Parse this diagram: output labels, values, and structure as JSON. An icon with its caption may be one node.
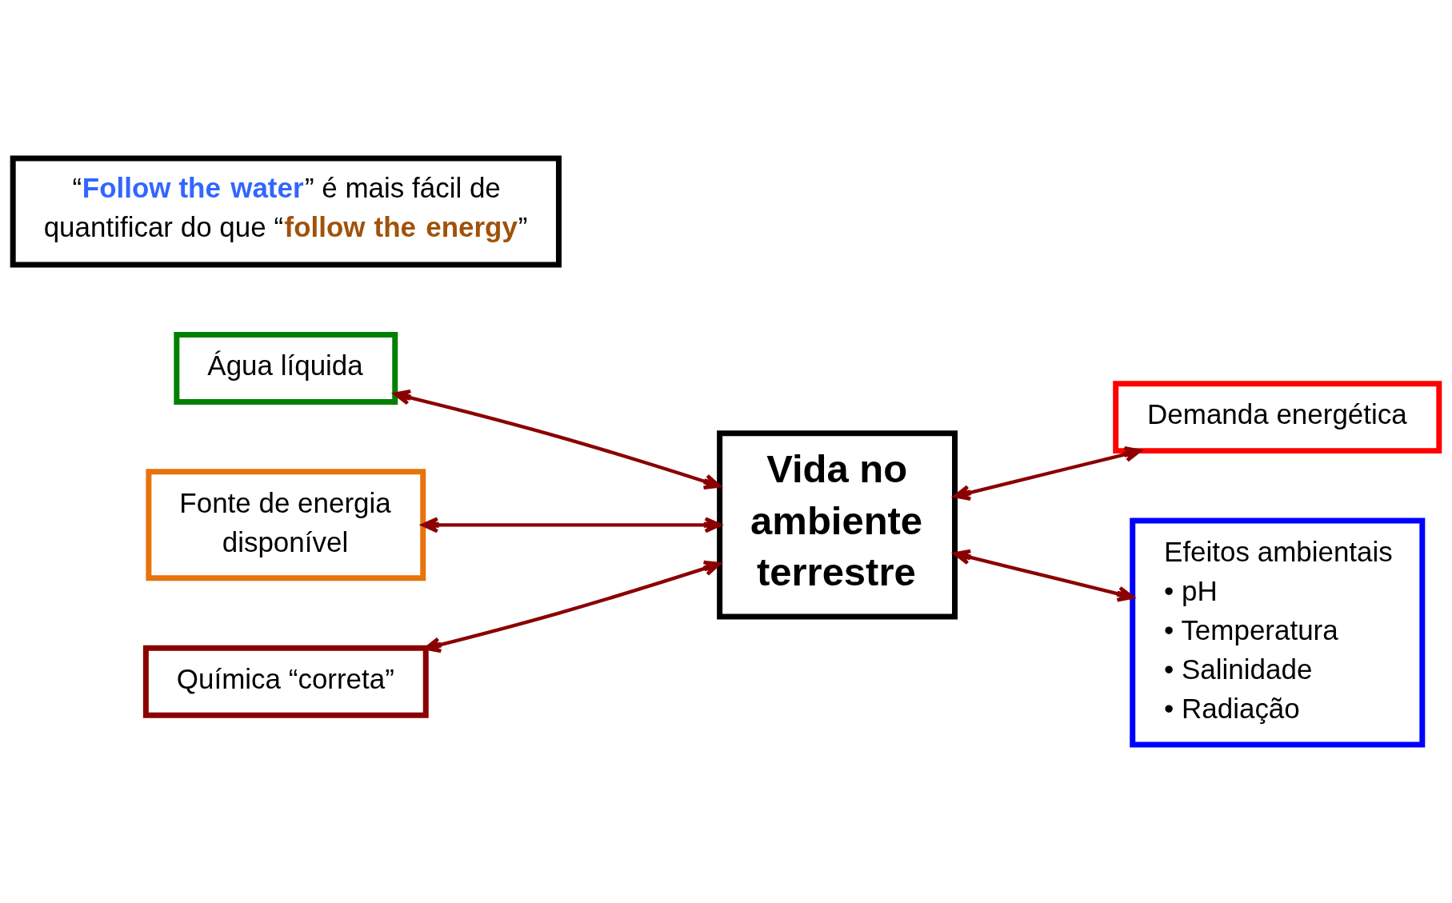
{
  "diagram": {
    "nodes": [
      {
        "text": [
          "Vida no ambiente terrestre"
        ]
      },
      {
        "text": [
          "Água líquida"
        ]
      },
      {
        "text": [
          "Demanda energética"
        ]
      },
      {
        "text": [
          "Fonte de energia disponível"
        ]
      },
      {
        "text": [
          "Química “correta”"
        ]
      },
      {
        "text": [
          "Efeitos ambientais",
          "• pH",
          "• Temperatura",
          "• Salinidade",
          "• Radiação"
        ]
      },
      {
        "text": [
          "“**Follow the water**” é mais fácil de quantificar do que “**follow the energy**”"
        ]
      }
    ],
    "edges": [
      {
        "from": 1,
        "to": 0,
        "arrow": "both"
      },
      {
        "from": 0,
        "to": 2,
        "arrow": "both"
      },
      {
        "from": 3,
        "to": 0,
        "arrow": "both"
      },
      {
        "from": 4,
        "to": 0,
        "arrow": "both"
      },
      {
        "from": 0,
        "to": 5,
        "arrow": "both"
      }
    ]
  }
}
